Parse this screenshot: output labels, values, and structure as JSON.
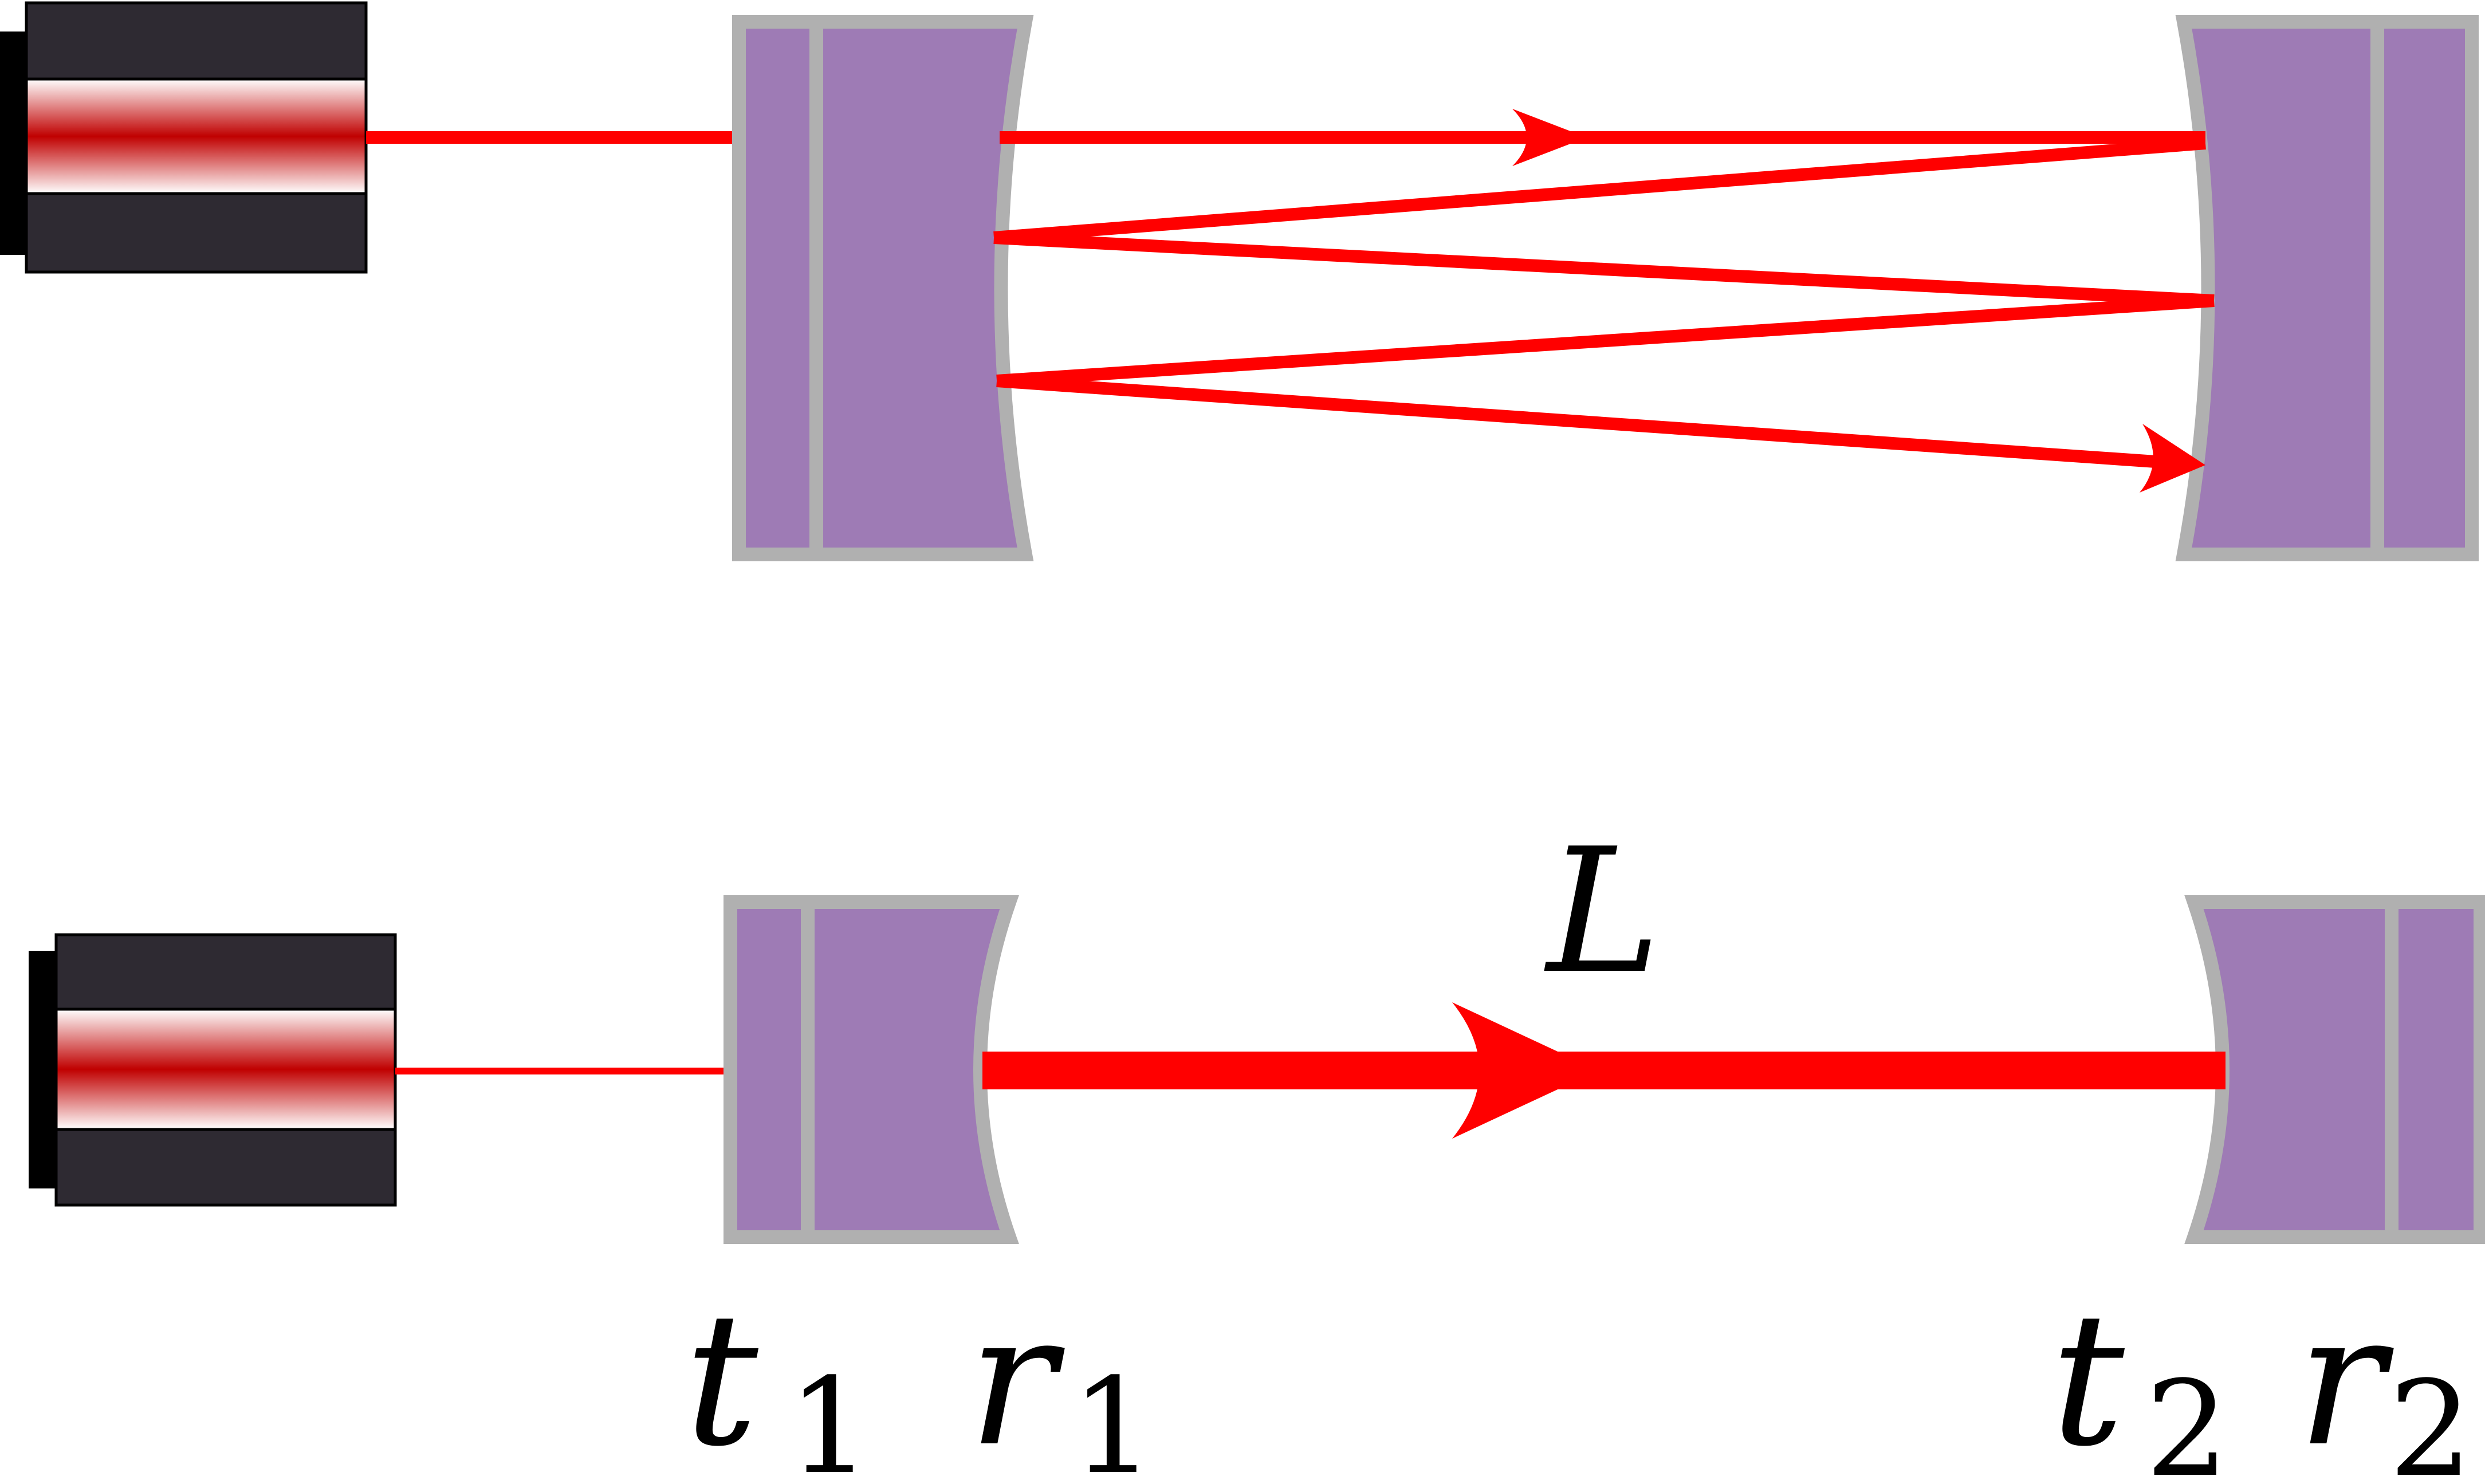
{
  "labels": {
    "cavity_length": "L",
    "mirror1_transmission": {
      "base": "t",
      "sub": "1"
    },
    "mirror1_reflection": {
      "base": "r",
      "sub": "1"
    },
    "mirror2_transmission": {
      "base": "t",
      "sub": "2"
    },
    "mirror2_reflection": {
      "base": "r",
      "sub": "2"
    }
  },
  "colors": {
    "beam": "#ff0000",
    "mirror_fill": "#9e7bb5",
    "mirror_edge": "#b0b0b0",
    "laser_body": "#2e2a32",
    "laser_core": "#c00000"
  }
}
